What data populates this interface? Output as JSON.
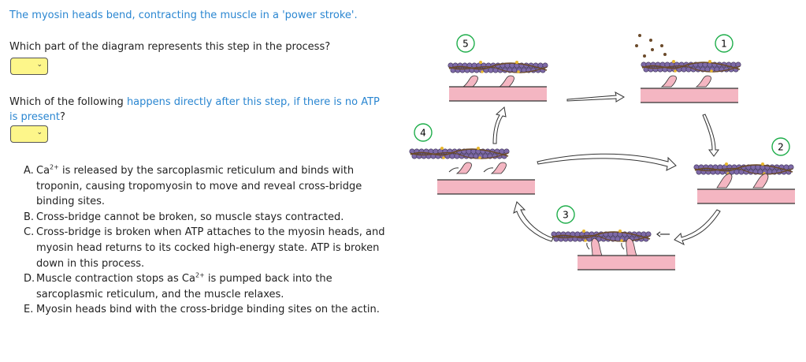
{
  "statement": "The myosin heads bend, contracting the muscle in a 'power stroke'.",
  "question1": {
    "text": "Which part of the diagram represents this step in the process?",
    "select_value": ""
  },
  "question2": {
    "text_pre": "Which of the following ",
    "text_link": "happens directly after this step, if there is no ATP is present",
    "text_post": "?",
    "select_value": ""
  },
  "options": [
    {
      "letter": "A.",
      "pre": "Ca",
      "sup": "2+",
      "post": " is released by the sarcoplasmic reticulum and binds with troponin, causing tropomyosin to move and reveal cross-bridge binding sites."
    },
    {
      "letter": "B.",
      "pre": "Cross-bridge cannot be broken, so muscle stays contracted.",
      "sup": "",
      "post": ""
    },
    {
      "letter": "C.",
      "pre": "Cross-bridge is broken when ATP attaches to the myosin heads, and myosin head returns to its cocked high-energy state. ATP is broken down in this process.",
      "sup": "",
      "post": ""
    },
    {
      "letter": "D.",
      "pre": "Muscle contraction stops as Ca",
      "sup": "2+",
      "post": " is pumped back into the sarcoplasmic reticulum, and the muscle relaxes."
    },
    {
      "letter": "E.",
      "pre": "Myosin heads bind with the cross-bridge binding sites on the actin.",
      "sup": "",
      "post": ""
    }
  ],
  "diagram": {
    "badges": [
      "1",
      "2",
      "3",
      "4",
      "5"
    ],
    "colors": {
      "badge_ring": "#1fae4b",
      "myosin": "#f4b6c2",
      "actin_bead": "#7e6aa8",
      "actin_strand": "#6b4a2a",
      "troponin": "#e8b72c",
      "calcium": "#6b4a2a"
    }
  }
}
